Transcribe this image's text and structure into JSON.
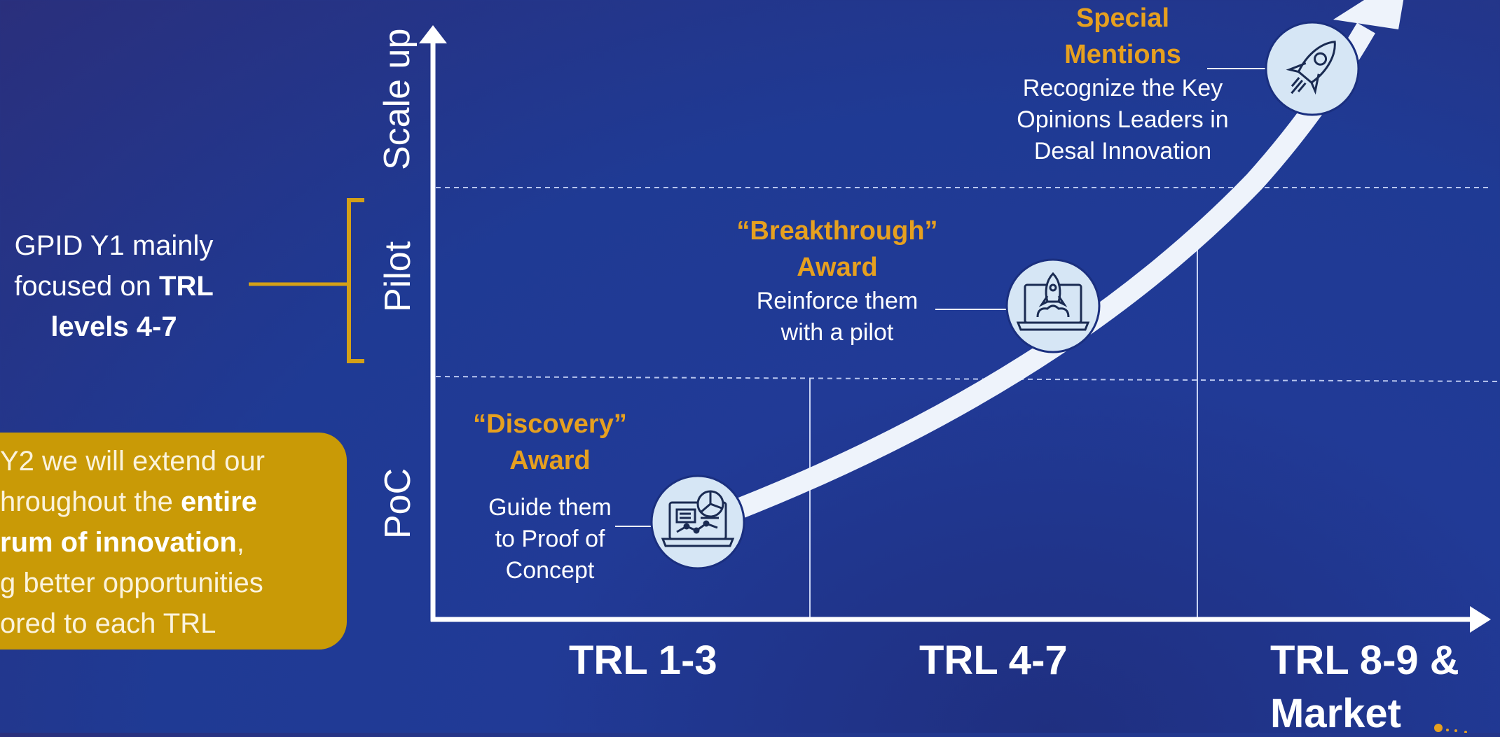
{
  "side_note": {
    "prefix": "GPID Y1 mainly focused on ",
    "emphasis": "TRL levels 4-7"
  },
  "callout": {
    "line1": "Y2 we will extend our",
    "line2_prefix": "hroughout the ",
    "line2_bold": "entire",
    "line3_bold": "rum of innovation",
    "line3_suffix": ",",
    "line4": "g better opportunities",
    "line5": "ored to each TRL"
  },
  "y_axis": {
    "labels": [
      "PoC",
      "Pilot",
      "Scale up"
    ]
  },
  "x_axis": {
    "labels": [
      "TRL 1-3",
      "TRL 4-7",
      "TRL 8-9 &",
      "Market"
    ]
  },
  "awards": {
    "discovery": {
      "title_line1": "“Discovery”",
      "title_line2": "Award",
      "desc_line1": "Guide them",
      "desc_line2": "to Proof of",
      "desc_line3": "Concept",
      "icon": "laptop-analytics-icon"
    },
    "breakthrough": {
      "title_line1": "“Breakthrough”",
      "title_line2": "Award",
      "desc_line1": "Reinforce them",
      "desc_line2": "with a pilot",
      "icon": "laptop-rocket-icon"
    },
    "special": {
      "title_line1": "Special",
      "title_line2": "Mentions",
      "desc_line1": "Recognize the Key",
      "desc_line2": "Opinions Leaders in",
      "desc_line3": "Desal Innovation",
      "icon": "rocket-icon"
    }
  },
  "colors": {
    "background": "#213a96",
    "accent_gold": "#e6a01f",
    "callout_gold": "#c99a06",
    "icon_circle": "#d6e6f5",
    "axis": "#ffffff"
  }
}
